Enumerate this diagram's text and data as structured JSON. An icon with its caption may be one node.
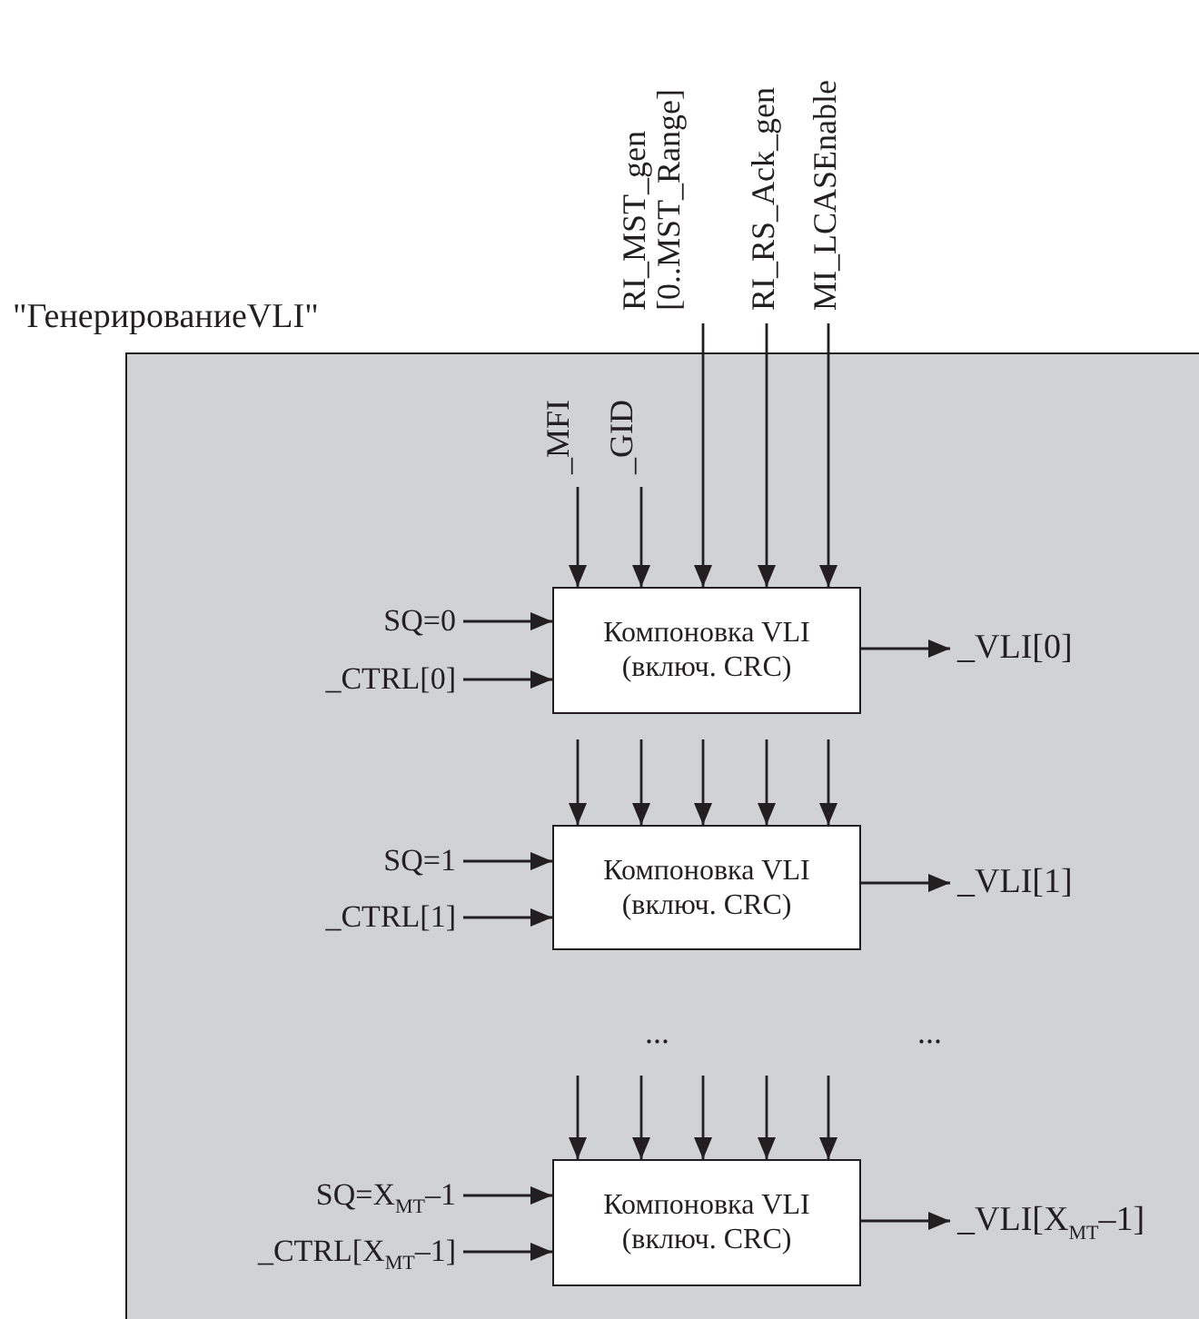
{
  "diagram": {
    "nodes": [
      {
        "text": [
          "\"ГенерированиеVLI\""
        ]
      },
      {
        "text": [
          "_MFI"
        ],
        "in": 0
      },
      {
        "text": [
          "_GID"
        ],
        "in": 0
      },
      {
        "text": [
          "RI_MST_gen [0..MST_Range]"
        ]
      },
      {
        "text": [
          "RI_RS_Ack_gen"
        ]
      },
      {
        "text": [
          "MI_LCASEnable"
        ]
      },
      {
        "text": [
          "Компоновка VLI (включ. CRC)"
        ],
        "in": 0
      },
      {
        "text": [
          "SQ=0"
        ],
        "in": 0
      },
      {
        "text": [
          "_CTRL[0]"
        ],
        "in": 0
      },
      {
        "text": [
          "_VLI[0]"
        ],
        "in": 0
      },
      {
        "text": [
          "Компоновка VLI (включ. CRC)"
        ],
        "in": 0
      },
      {
        "text": [
          "SQ=1"
        ],
        "in": 0
      },
      {
        "text": [
          "_CTRL[1]"
        ],
        "in": 0
      },
      {
        "text": [
          "_VLI[1]"
        ],
        "in": 0
      },
      {
        "text": [
          "Компоновка VLI (включ. CRC)"
        ],
        "in": 0
      },
      {
        "text": [
          "SQ=X$_{MT}$–1"
        ],
        "in": 0
      },
      {
        "text": [
          "_CTRL[X$_{MT}$–1]"
        ],
        "in": 0
      },
      {
        "text": [
          "_VLI[X$_{MT}$–1]"
        ],
        "in": 0
      }
    ],
    "edges": [
      {
        "from": 1,
        "to": 6,
        "arrow": "to"
      },
      {
        "from": 2,
        "to": 6,
        "arrow": "to"
      },
      {
        "from": 3,
        "to": 6,
        "arrow": "to"
      },
      {
        "from": 4,
        "to": 6,
        "arrow": "to"
      },
      {
        "from": 5,
        "to": 6,
        "arrow": "to"
      },
      {
        "from": 7,
        "to": 6,
        "arrow": "to"
      },
      {
        "from": 8,
        "to": 6,
        "arrow": "to"
      },
      {
        "from": 6,
        "to": 9,
        "arrow": "to"
      },
      {
        "from": null,
        "to": 10,
        "arrow": "to"
      },
      {
        "from": null,
        "to": 10,
        "arrow": "to"
      },
      {
        "from": null,
        "to": 10,
        "arrow": "to"
      },
      {
        "from": null,
        "to": 10,
        "arrow": "to"
      },
      {
        "from": null,
        "to": 10,
        "arrow": "to"
      },
      {
        "from": 11,
        "to": 10,
        "arrow": "to"
      },
      {
        "from": 12,
        "to": 10,
        "arrow": "to"
      },
      {
        "from": 10,
        "to": 13,
        "arrow": "to"
      },
      {
        "from": null,
        "to": 14,
        "arrow": "to"
      },
      {
        "from": null,
        "to": 14,
        "arrow": "to"
      },
      {
        "from": null,
        "to": 14,
        "arrow": "to"
      },
      {
        "from": null,
        "to": 14,
        "arrow": "to"
      },
      {
        "from": null,
        "to": 14,
        "arrow": "to"
      },
      {
        "from": 15,
        "to": 14,
        "arrow": "to"
      },
      {
        "from": 16,
        "to": 14,
        "arrow": "to"
      },
      {
        "from": 14,
        "to": 17,
        "arrow": "to"
      }
    ],
    "labels": [
      "...",
      "..."
    ]
  }
}
